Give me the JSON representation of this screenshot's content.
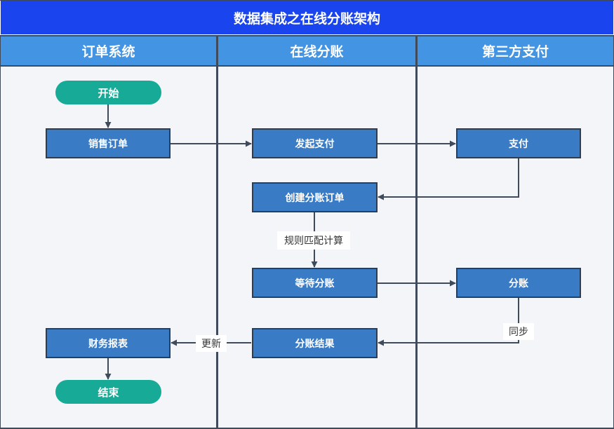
{
  "title": "数据集成之在线分账架构",
  "lanes": [
    "订单系统",
    "在线分账",
    "第三方支付"
  ],
  "nodes": {
    "start": "开始",
    "sales_order": "销售订单",
    "finance_report": "财务报表",
    "end": "结束",
    "initiate_payment": "发起支付",
    "create_split_order": "创建分账订单",
    "wait_split": "等待分账",
    "split_result": "分账结果",
    "payment": "支付",
    "split": "分账"
  },
  "edge_labels": {
    "rule_match": "规则匹配计算",
    "update": "更新",
    "sync": "同步"
  },
  "colors": {
    "title_bg": "#1a44ee",
    "lane_header_bg": "#4394e3",
    "process_box": "#3a7bc6",
    "terminal": "#17ab97",
    "line": "#3f4a5a"
  }
}
